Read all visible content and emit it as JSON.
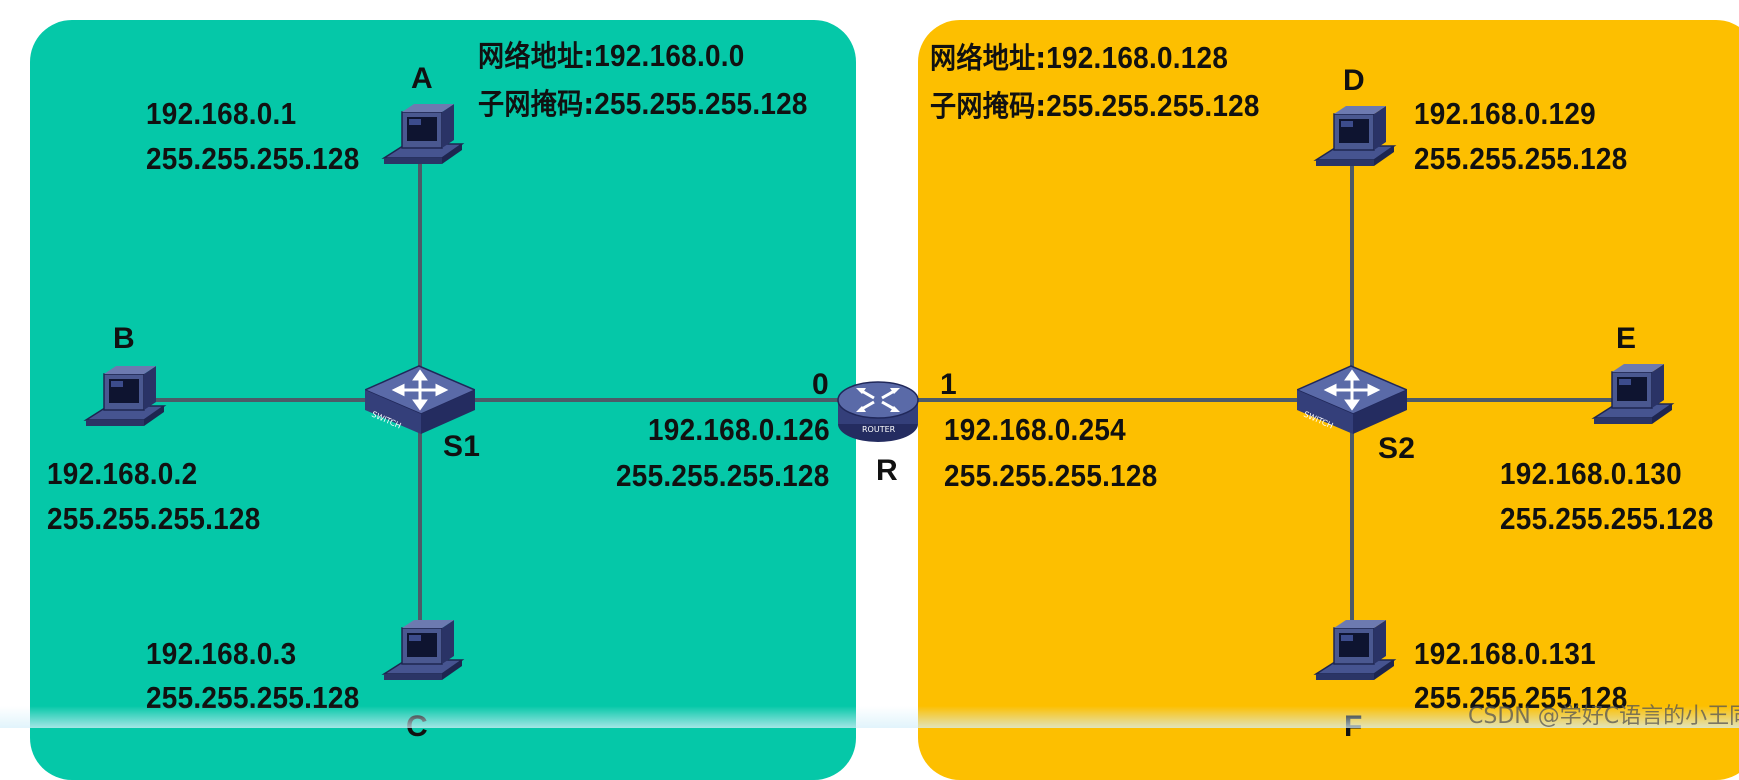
{
  "left_network": {
    "network_address_label": "网络地址:",
    "network_address": "192.168.0.0",
    "subnet_mask_label": "子网掩码:",
    "subnet_mask": "255.255.255.128",
    "color": "#05c8a8"
  },
  "right_network": {
    "network_address_label": "网络地址:",
    "network_address": "192.168.0.128",
    "subnet_mask_label": "子网掩码:",
    "subnet_mask": "255.255.255.128",
    "color": "#fdbf00"
  },
  "hosts": {
    "A": {
      "label": "A",
      "ip": "192.168.0.1",
      "mask": "255.255.255.128"
    },
    "B": {
      "label": "B",
      "ip": "192.168.0.2",
      "mask": "255.255.255.128"
    },
    "C": {
      "label": "C",
      "ip": "192.168.0.3",
      "mask": "255.255.255.128"
    },
    "D": {
      "label": "D",
      "ip": "192.168.0.129",
      "mask": "255.255.255.128"
    },
    "E": {
      "label": "E",
      "ip": "192.168.0.130",
      "mask": "255.255.255.128"
    },
    "F": {
      "label": "F",
      "ip": "192.168.0.131",
      "mask": "255.255.255.128"
    }
  },
  "switches": {
    "S1": {
      "label": "S1",
      "icon_text": "SWITCH"
    },
    "S2": {
      "label": "S2",
      "icon_text": "SWITCH"
    }
  },
  "router": {
    "label": "R",
    "icon_text": "ROUTER",
    "port0": {
      "label": "0",
      "ip": "192.168.0.126",
      "mask": "255.255.255.128"
    },
    "port1": {
      "label": "1",
      "ip": "192.168.0.254",
      "mask": "255.255.255.128"
    }
  },
  "watermark": "CSDN @学好C语言的小王同学",
  "icons": [
    "pc-icon",
    "switch-icon",
    "router-icon"
  ],
  "colors": {
    "link": "#4d5a68",
    "device": "#3c4a78"
  }
}
